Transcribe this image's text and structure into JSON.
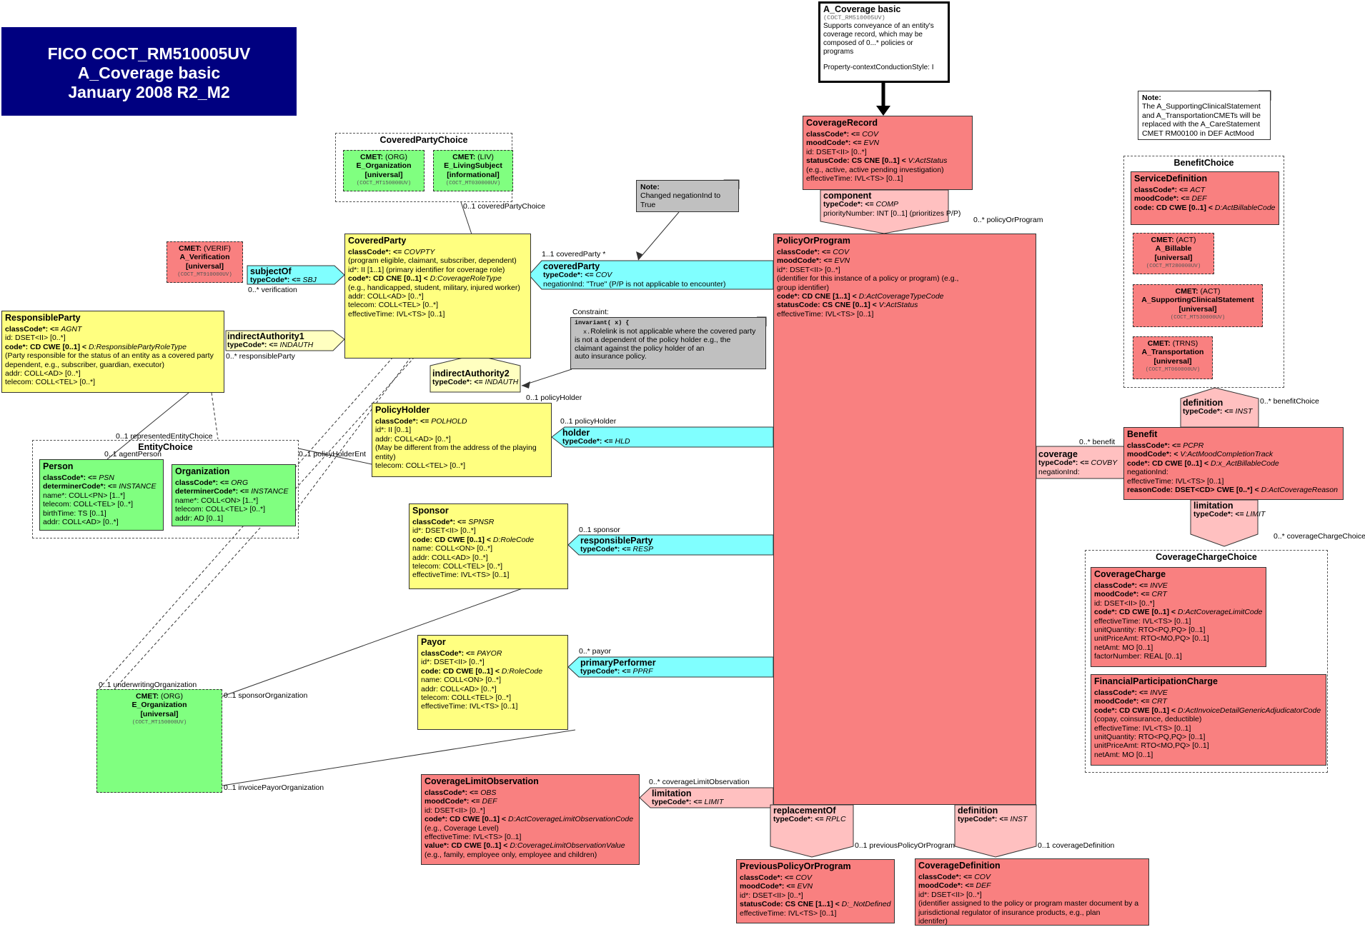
{
  "title": {
    "line1": "FICO COCT_RM510005UV",
    "line2": "A_Coverage basic",
    "line3": "January 2008  R2_M2"
  },
  "colors": {
    "act": "#f98080",
    "role": "#ffff80",
    "entity": "#80ff80",
    "participation": "#80ffff",
    "actrel": "#ffc0c0",
    "rolelink": "#ffffc0",
    "header": "#000080"
  },
  "entry": {
    "title": "A_Coverage basic",
    "code": "(COCT_RM510005UV)",
    "desc": [
      "Supports conveyance of an entity's",
      "coverage record, which may be",
      "composed of 0...* policies or",
      "programs"
    ],
    "style": "Property-contextConductionStyle: I"
  },
  "note_supporting": {
    "title": "Note:",
    "lines": [
      "The A_SupportingClinicalStatement",
      "and A_TransportationCMETs will be",
      "replaced with the A_CareStatement",
      "CMET RM00100 in DEF ActMood"
    ]
  },
  "note_negation": {
    "title": "Note:",
    "text": "Changed negationInd to True"
  },
  "constraint": {
    "label": "Constraint:",
    "line1a": "invariant( x) {",
    "line2a": "x.",
    "lines": [
      "Rolelink is not applicable where the covered party",
      "is not a dependent of the policy holder e.g., the",
      "claimant against the policy holder of an",
      "auto insurance policy."
    ]
  },
  "coverageRecord": {
    "name": "CoverageRecord",
    "attrs": [
      [
        "classCode*: <= ",
        "COV"
      ],
      [
        "moodCode*: <= ",
        "EVN"
      ],
      [
        "id: DSET<II> [0..*]",
        ""
      ],
      [
        "statusCode: CS CNE [0..1] < ",
        "V:ActStatus"
      ],
      [
        " (e.g., active, active pending investigation)",
        ""
      ],
      [
        "effectiveTime: IVL<TS> [0..1]",
        ""
      ]
    ]
  },
  "component": {
    "name": "component",
    "type": "typeCode*: <= ",
    "typeVal": "COMP",
    "extra": "priorityNumber: INT [0..1] (prioritizes P/P)"
  },
  "policyOrProgram": {
    "name": "PolicyOrProgram",
    "attrs": [
      [
        "classCode*: <= ",
        "COV"
      ],
      [
        "moodCode*: <= ",
        "EVN"
      ],
      [
        "id*: DSET<II> [0..*]",
        ""
      ],
      [
        " (identifier for this instance of a policy or program) (e.g.,",
        ""
      ],
      [
        " group identifier)",
        ""
      ],
      [
        "code*: CD CNE [1..1] < ",
        "D:ActCoverageTypeCode"
      ],
      [
        "statusCode: CS CNE [0..1] < ",
        "V:ActStatus"
      ],
      [
        "effectiveTime: IVL<TS> [0..1]",
        ""
      ]
    ]
  },
  "coveredParty": {
    "name": "CoveredParty",
    "attrs": [
      [
        "classCode*: <= ",
        "COVPTY"
      ],
      [
        " (program eligible, claimant, subscriber, dependent)",
        ""
      ],
      [
        "id*: II [1..1] (primary identifier for coverage role)",
        ""
      ],
      [
        "code*: CD CNE [0..1] < ",
        "D:CoverageRoleType"
      ],
      [
        " (e.g., handicapped, student, military, injured worker)",
        ""
      ],
      [
        "addr: COLL<AD> [0..*]",
        ""
      ],
      [
        "telecom: COLL<TEL> [0..*]",
        ""
      ],
      [
        "effectiveTime: IVL<TS> [0..1]",
        ""
      ]
    ]
  },
  "coveredPartyConn": {
    "name": "coveredParty",
    "type": "typeCode*: <= ",
    "typeVal": "COV",
    "extra": "negationInd: \"True\" (P/P is not applicable to encounter)"
  },
  "coveredPartyChoice": {
    "name": "CoveredPartyChoice"
  },
  "cmetOrg1": {
    "l1a": "CMET: ",
    "l1b": "(ORG)",
    "l2": "E_Organization",
    "l3": "[universal]",
    "code": "(COCT_MT150000UV)"
  },
  "cmetLiv": {
    "l1a": "CMET: ",
    "l1b": "(LIV)",
    "l2": "E_LivingSubject",
    "l3": "[informational]",
    "code": "(COCT_MT030000UV)"
  },
  "cmetVerif": {
    "l1a": "CMET: ",
    "l1b": "(VERIF)",
    "l2": "A_Verification",
    "l3": "[universal]",
    "code": "(COCT_MT910000UV)"
  },
  "subjectOf": {
    "name": "subjectOf",
    "type": "typeCode*: <= ",
    "typeVal": "SBJ"
  },
  "responsibleParty": {
    "name": "ResponsibleParty",
    "attrs": [
      [
        "classCode*: <= ",
        "AGNT"
      ],
      [
        "id: DSET<II> [0..*]",
        ""
      ],
      [
        "code*: CD CWE [0..1] < ",
        "D:ResponsiblePartyRoleType"
      ],
      [
        " (Party responsible for the status of an entity as a covered party",
        ""
      ],
      [
        " dependent, e.g., subscriber, guardian, executor)",
        ""
      ],
      [
        "addr: COLL<AD> [0..*]",
        ""
      ],
      [
        "telecom: COLL<TEL> [0..*]",
        ""
      ]
    ]
  },
  "indirectAuthority1": {
    "name": "indirectAuthority1",
    "type": "typeCode*: <= ",
    "typeVal": "INDAUTH"
  },
  "indirectAuthority2": {
    "name": "indirectAuthority2",
    "type": "typeCode*: <= ",
    "typeVal": "INDAUTH"
  },
  "entityChoice": {
    "name": "EntityChoice"
  },
  "person": {
    "name": "Person",
    "attrs": [
      [
        "classCode*: <= ",
        "PSN"
      ],
      [
        "determinerCode*: <= ",
        "INSTANCE"
      ],
      [
        "name*: COLL<PN> [1..*]",
        ""
      ],
      [
        "telecom: COLL<TEL> [0..*]",
        ""
      ],
      [
        "birthTime: TS [0..1]",
        ""
      ],
      [
        "addr: COLL<AD> [0..*]",
        ""
      ]
    ]
  },
  "organization": {
    "name": "Organization",
    "attrs": [
      [
        "classCode*: <= ",
        "ORG"
      ],
      [
        "determinerCode*: <= ",
        "INSTANCE"
      ],
      [
        "name*: COLL<ON> [1..*]",
        ""
      ],
      [
        "telecom: COLL<TEL> [0..*]",
        ""
      ],
      [
        "addr: AD [0..1]",
        ""
      ]
    ]
  },
  "policyHolder": {
    "name": "PolicyHolder",
    "attrs": [
      [
        "classCode*: <= ",
        "POLHOLD"
      ],
      [
        "id*: II [0..1]",
        ""
      ],
      [
        "addr: COLL<AD> [0..*]",
        ""
      ],
      [
        " (May be different from the address of the playing",
        ""
      ],
      [
        " entity)",
        ""
      ],
      [
        "telecom: COLL<TEL> [0..*]",
        ""
      ]
    ]
  },
  "holder": {
    "name": "holder",
    "type": "typeCode*: <= ",
    "typeVal": "HLD"
  },
  "sponsor": {
    "name": "Sponsor",
    "attrs": [
      [
        "classCode*: <= ",
        "SPNSR"
      ],
      [
        "id*: DSET<II> [0..*]",
        ""
      ],
      [
        "code: CD CWE [0..1] < ",
        "D:RoleCode"
      ],
      [
        "name: COLL<ON> [0..*]",
        ""
      ],
      [
        "addr: COLL<AD> [0..*]",
        ""
      ],
      [
        "telecom: COLL<TEL> [0..*]",
        ""
      ],
      [
        "effectiveTime: IVL<TS> [0..1]",
        ""
      ]
    ]
  },
  "responsiblePartyConn": {
    "name": "responsibleParty",
    "type": "typeCode*: <= ",
    "typeVal": "RESP"
  },
  "payor": {
    "name": "Payor",
    "attrs": [
      [
        "classCode*: <= ",
        "PAYOR"
      ],
      [
        "id*: DSET<II> [0..*]",
        ""
      ],
      [
        "code: CD CWE [0..1] < ",
        "D:RoleCode"
      ],
      [
        "name: COLL<ON> [0..*]",
        ""
      ],
      [
        "addr: COLL<AD> [0..*]",
        ""
      ],
      [
        "telecom: COLL<TEL> [0..*]",
        ""
      ],
      [
        "effectiveTime: IVL<TS> [0..1]",
        ""
      ]
    ]
  },
  "primaryPerformer": {
    "name": "primaryPerformer",
    "type": "typeCode*: <= ",
    "typeVal": "PPRF"
  },
  "cmetOrg2": {
    "l1a": "CMET: ",
    "l1b": "(ORG)",
    "l2": "E_Organization",
    "l3": "[universal]",
    "code": "(COCT_MT150000UV)"
  },
  "coverageLimitObservation": {
    "name": "CoverageLimitObservation",
    "attrs": [
      [
        "classCode*: <= ",
        "OBS"
      ],
      [
        "moodCode*: <= ",
        "DEF"
      ],
      [
        "id: DSET<II> [0..*]",
        ""
      ],
      [
        "code*: CD CWE [0..1] < ",
        "D:ActCoverageLimitObservationCode"
      ],
      [
        " (e.g., Coverage Level)",
        ""
      ],
      [
        "effectiveTime: IVL<TS> [0..1]",
        ""
      ],
      [
        "value*: CD CWE [0..1] < ",
        "D:CoverageLimitObservationValue"
      ],
      [
        " (e.g., family, employee only, employee and children)",
        ""
      ]
    ]
  },
  "limitationLeft": {
    "name": "limitation",
    "type": "typeCode*: <= ",
    "typeVal": "LIMIT"
  },
  "replacementOf": {
    "name": "replacementOf",
    "type": "typeCode*: <= ",
    "typeVal": "RPLC"
  },
  "definitionBottom": {
    "name": "definition",
    "type": "typeCode*: <= ",
    "typeVal": "INST"
  },
  "previousPolicy": {
    "name": "PreviousPolicyOrProgram",
    "attrs": [
      [
        "classCode*: <= ",
        "COV"
      ],
      [
        "moodCode*: <= ",
        "EVN"
      ],
      [
        "id*: DSET<II> [0..*]",
        ""
      ],
      [
        "statusCode: CS CNE [1..1] < ",
        "D:_NotDefined"
      ],
      [
        "effectiveTime: IVL<TS> [0..1]",
        ""
      ]
    ]
  },
  "coverageDefinition": {
    "name": "CoverageDefinition",
    "attrs": [
      [
        "classCode*: <= ",
        "COV"
      ],
      [
        "moodCode*: <= ",
        "DEF"
      ],
      [
        "id*: DSET<II> [0..*]",
        ""
      ],
      [
        " (identifier assigned to the policy or program master document by a",
        ""
      ],
      [
        " jurisdictional regulator of insurance products, e.g., plan",
        ""
      ],
      [
        " identifer)",
        ""
      ]
    ]
  },
  "coverage": {
    "name": "coverage",
    "type": "typeCode*: <= ",
    "typeVal": "COVBY",
    "extra": "negationInd:"
  },
  "benefitChoice": {
    "name": "BenefitChoice"
  },
  "serviceDefinition": {
    "name": "ServiceDefinition",
    "attrs": [
      [
        "classCode*: <= ",
        "ACT"
      ],
      [
        "moodCode*: <= ",
        "DEF"
      ],
      [
        "code: CD CWE [0..1] < ",
        "D:ActBillableCode"
      ]
    ]
  },
  "cmetBillable": {
    "l1a": "CMET: ",
    "l1b": "(ACT)",
    "l2": "A_Billable",
    "l3": "[universal]",
    "code": "(COCT_MT280000UV)"
  },
  "cmetSupporting": {
    "l1a": "CMET: ",
    "l1b": "(ACT)",
    "l2": "A_SupportingClinicalStatement",
    "l3": "[universal]",
    "code": "(COCT_MT530000UV)"
  },
  "cmetTransport": {
    "l1a": "CMET: ",
    "l1b": "(TRNS)",
    "l2": "A_Transportation",
    "l3": "[universal]",
    "code": "(COCT_MT060000UV)"
  },
  "definitionRight": {
    "name": "definition",
    "type": "typeCode*: <= ",
    "typeVal": "INST"
  },
  "benefit": {
    "name": "Benefit",
    "attrs": [
      [
        "classCode*: <= ",
        "PCPR"
      ],
      [
        "moodCode*: < ",
        "V:ActMoodCompletionTrack"
      ],
      [
        "code*: CD CWE [0..1] < ",
        "D:x_ActBillableCode"
      ],
      [
        "negationInd:",
        ""
      ],
      [
        "effectiveTime: IVL<TS> [0..1]",
        ""
      ],
      [
        "reasonCode: DSET<CD> CWE [0..*] < ",
        "D:ActCoverageReason"
      ]
    ]
  },
  "limitationRight": {
    "name": "limitation",
    "type": "typeCode*: <= ",
    "typeVal": "LIMIT"
  },
  "coverageChargeChoice": {
    "name": "CoverageChargeChoice"
  },
  "coverageCharge": {
    "name": "CoverageCharge",
    "attrs": [
      [
        "classCode*: <= ",
        "INVE"
      ],
      [
        "moodCode*: <= ",
        "CRT"
      ],
      [
        "id: DSET<II> [0..*]",
        ""
      ],
      [
        "code*: CD CWE [0..1] < ",
        "D:ActCoverageLimitCode"
      ],
      [
        "effectiveTime: IVL<TS> [0..1]",
        ""
      ],
      [
        "unitQuantity: RTO<PQ,PQ> [0..1]",
        ""
      ],
      [
        "unitPriceAmt: RTO<MO,PQ> [0..1]",
        ""
      ],
      [
        "netAmt: MO [0..1]",
        ""
      ],
      [
        "factorNumber: REAL [0..1]",
        ""
      ]
    ]
  },
  "financialCharge": {
    "name": "FinancialParticipationCharge",
    "attrs": [
      [
        "classCode*: <= ",
        "INVE"
      ],
      [
        "moodCode*: <= ",
        "CRT"
      ],
      [
        "code*: CD CWE [0..1] < ",
        "D:ActInvoiceDetailGenericAdjudicatorCode"
      ],
      [
        " (copay, coinsurance, deductible)",
        ""
      ],
      [
        "effectiveTime: IVL<TS> [0..1]",
        ""
      ],
      [
        "unitQuantity: RTO<PQ,PQ> [0..1]",
        ""
      ],
      [
        "unitPriceAmt: RTO<MO,PQ> [0..1]",
        ""
      ],
      [
        "netAmt: MO [0..1]",
        ""
      ]
    ]
  },
  "labels": {
    "coveredPartyChoice": "0..1 coveredPartyChoice",
    "coveredPartyTop": "1..1 coveredParty  *",
    "verification": "0..* verification",
    "responsibleParty": "0..* responsibleParty",
    "policyHolderTop": "0..1 policyHolder",
    "policyHolderRight": "0..1 policyHolder",
    "representedEntityChoice": "0..1 representedEntityChoice",
    "agentPerson": "0..1 agentPerson",
    "policyHolderEnt": "0..1 policyHolderEnt",
    "sponsor": "0..1 sponsor",
    "payor": "0..* payor",
    "underwritingOrganization": "0..1 underwritingOrganization",
    "sponsorOrganization": "0..1 sponsorOrganization",
    "invoicePayorOrganization": "0..1 invoicePayorOrganization",
    "coverageLimitObservation": "0..* coverageLimitObservation",
    "previousPolicyOrProgram": "0..1 previousPolicyOrProgram",
    "coverageDefinition": "0..1 coverageDefinition",
    "policyOrProgram": "0..* policyOrProgram",
    "benefit": "0..* benefit",
    "benefitChoice": "0..* benefitChoice",
    "coverageChargeChoice": "0..* coverageChargeChoice"
  }
}
